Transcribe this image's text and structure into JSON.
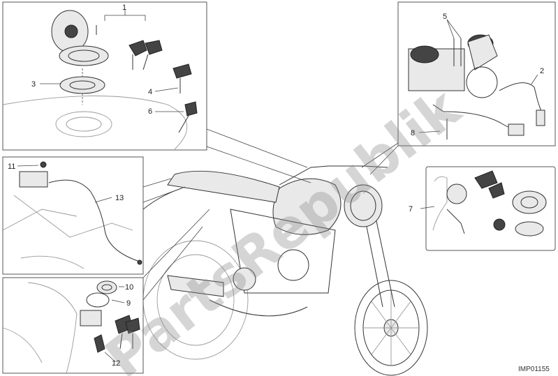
{
  "diagram": {
    "image_code": "IMP01155",
    "watermark": "PartsRepublik",
    "callouts": [
      "1",
      "2",
      "3",
      "4",
      "5",
      "6",
      "7",
      "8",
      "9",
      "10",
      "11",
      "12",
      "13"
    ]
  }
}
